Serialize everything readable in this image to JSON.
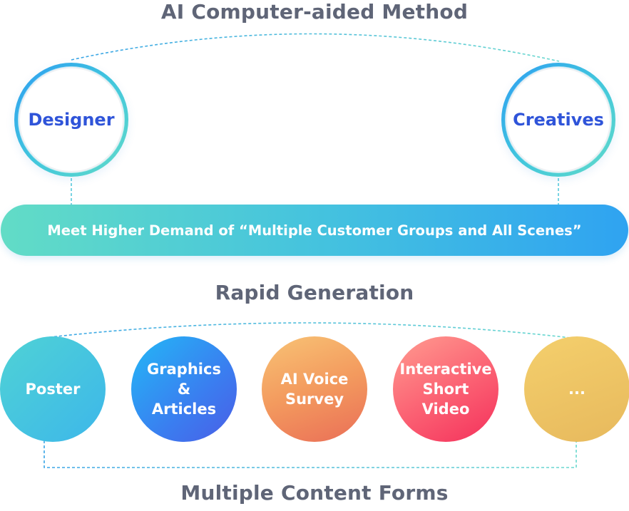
{
  "headings": {
    "top": "AI Computer-aided Method",
    "middle": "Rapid Generation",
    "bottom": "Multiple Content Forms"
  },
  "roles": {
    "left": "Designer",
    "right": "Creatives"
  },
  "banner": {
    "text": "Meet Higher Demand of “Multiple Customer Groups and All Scenes”"
  },
  "content_forms": [
    {
      "label": "Poster"
    },
    {
      "label": "Graphics\n&\nArticles"
    },
    {
      "label": "AI Voice\nSurvey"
    },
    {
      "label": "Interactive\nShort\nVideo"
    },
    {
      "label": "..."
    }
  ],
  "colors": {
    "heading": "#5f6577",
    "role_text": "#2f54d9",
    "connector": "#56c8dc"
  }
}
